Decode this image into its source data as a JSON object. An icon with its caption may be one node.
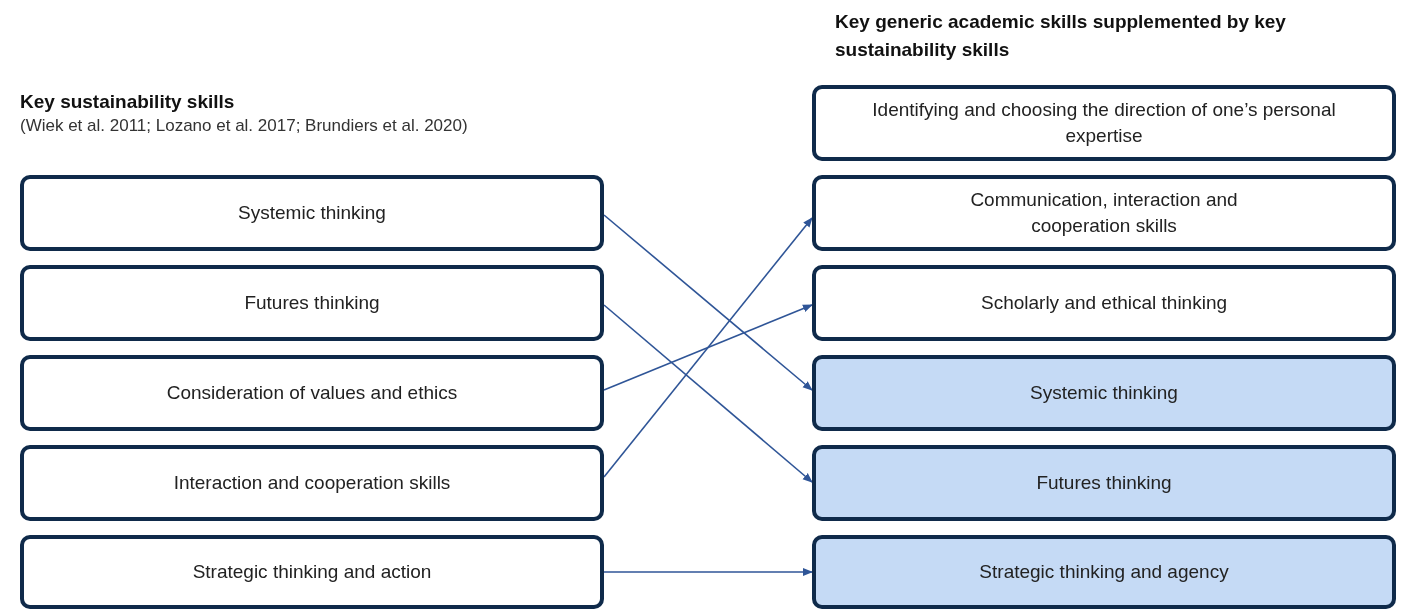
{
  "diagram": {
    "nodes": [
      {
        "text": [
          "Systemic thinking"
        ]
      },
      {
        "text": [
          "Futures thinking"
        ]
      },
      {
        "text": [
          "Consideration of values and ethics"
        ]
      },
      {
        "text": [
          "Interaction and cooperation skills"
        ]
      },
      {
        "text": [
          "Strategic thinking and action"
        ]
      },
      {
        "text": [
          "Identifying and choosing the direction of one’s personal expertise"
        ]
      },
      {
        "text": [
          "Communication, interaction and cooperation skills"
        ]
      },
      {
        "text": [
          "Scholarly and ethical thinking"
        ]
      },
      {
        "text": [
          "Systemic thinking"
        ]
      },
      {
        "text": [
          "Futures thinking"
        ]
      },
      {
        "text": [
          "Strategic thinking and agency"
        ]
      }
    ],
    "edges": [
      {
        "from": 0,
        "to": 8,
        "arrow": "to"
      },
      {
        "from": 1,
        "to": 9,
        "arrow": "to"
      },
      {
        "from": 2,
        "to": 7,
        "arrow": "to"
      },
      {
        "from": 3,
        "to": 6,
        "arrow": "to"
      },
      {
        "from": 4,
        "to": 10,
        "arrow": "to"
      }
    ],
    "labels": [
      "Key generic academic skills supplemented by key sustainability skills",
      "Key sustainability skills",
      "(Wiek et al. 2011; Lozano et al. 2017; Brundiers et al. 2020)"
    ]
  }
}
